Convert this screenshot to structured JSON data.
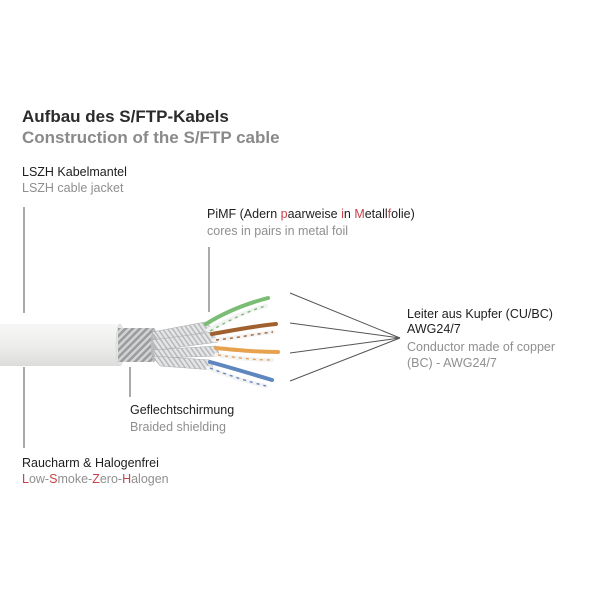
{
  "title": {
    "de": "Aufbau des S/FTP-Kabels",
    "en": "Construction of the S/FTP cable"
  },
  "jacket": {
    "de": "LSZH Kabelmantel",
    "en": "LSZH cable jacket"
  },
  "pimf": {
    "de_parts": [
      "PiMF (Adern ",
      "p",
      "aarweise ",
      "i",
      "n ",
      "M",
      "etall",
      "f",
      "olie)"
    ],
    "en": "cores in pairs in metal foil"
  },
  "conductor": {
    "de_line1": "Leiter aus Kupfer (CU/BC)",
    "de_line2": "AWG24/7",
    "en_line1": "Conductor made of copper",
    "en_line2": "(BC) - AWG24/7"
  },
  "braid": {
    "de": "Geflechtschirmung",
    "en": "Braided shielding"
  },
  "halogen": {
    "de": "Raucharm & Halogenfrei",
    "en_parts": [
      "L",
      "ow-",
      "S",
      "moke-",
      "Z",
      "ero-",
      "H",
      "alogen"
    ]
  },
  "colors": {
    "jacket": "#eeeeed",
    "green": "#7bbd74",
    "brown": "#a0612f",
    "orange": "#e7a24f",
    "blue": "#5e86bf",
    "highlight": "#c8414a"
  }
}
